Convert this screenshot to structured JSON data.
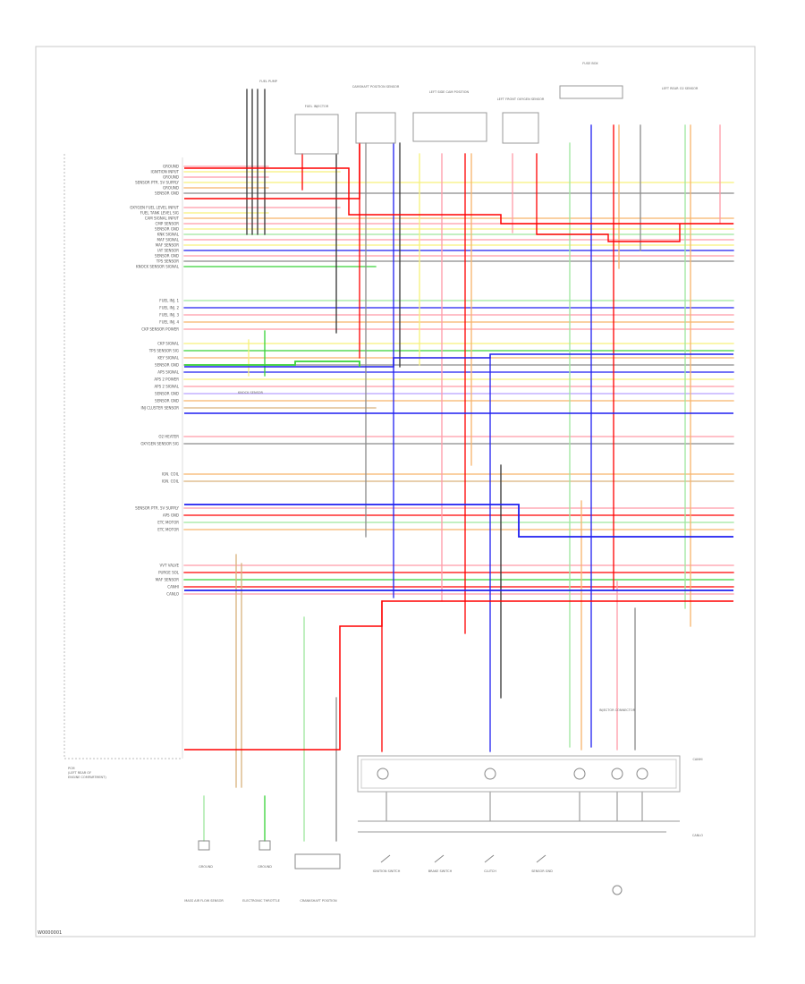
{
  "diagram": {
    "footer_id": "W0000001",
    "ecm_label_lines": [
      "PCM",
      "(LEFT REAR OF",
      "ENGINE COMPARTMENT)"
    ],
    "pin_labels": [
      "GROUND",
      "IGNITION INPUT",
      "GROUND",
      "SENSOR PTR. 5V SUPPLY",
      "GROUND",
      "SENSOR GND",
      "OXYGEN FUEL LEVEL INPUT",
      "FUEL TANK LEVEL SIG",
      "CAM SIGNAL INPUT",
      "CMP SENSOR",
      "SENSOR GND",
      "KNK SIGNAL",
      "MAF SIGNAL",
      "MAF SENSOR",
      "IAT SENSOR",
      "SENSOR GND",
      "TPS SENSOR",
      "KNOCK SENSOR SIGNAL",
      "FUEL INJ. 1",
      "FUEL INJ. 2",
      "FUEL INJ. 3",
      "FUEL INJ. 4",
      "CKP SENSOR POWER",
      "CKP SIGNAL",
      "TPS SENSOR SIG",
      "KEY SIGNAL",
      "SENSOR GND",
      "APS SIGNAL",
      "APS 2 POWER",
      "APS 2 SIGNAL",
      "SENSOR GND",
      "SENSOR GND",
      "INJ CLUSTER SENSOR",
      "O2 HEATER",
      "OXYGEN SENSOR SIG",
      "IGN. COIL",
      "IGN. COIL",
      "SENSOR PTR. 5V SUPPLY",
      "APS GND",
      "ETC MOTOR",
      "ETC MOTOR",
      "VVT VALVE",
      "PURGE SOL",
      "MAF SENSOR",
      "CANHI",
      "CANLO"
    ],
    "component_labels": [
      "FUEL INJECTOR",
      "CAMSHAFT POSITION SENSOR",
      "LEFT SIDE CAM POSITION",
      "LEFT FRONT OXYGEN SENSOR",
      "FUSE BOX",
      "LEFT REAR O2 SENSOR",
      "KNOCK SENSOR",
      "FUEL PUMP",
      "MASS AIR FLOW SENSOR",
      "ELECTRONIC THROTTLE",
      "CRANKSHAFT POSITION",
      "INJECTOR CONNECTOR",
      "IGNITION SWITCH",
      "BRAKE SWITCH",
      "CLUTCH",
      "SENSOR GND",
      "CANHI",
      "CANLO",
      "GROUND",
      "GROUND"
    ],
    "wire_colors": {
      "red": "#ff0000",
      "pink": "#ff9aa8",
      "yellow": "#f6f07a",
      "orange": "#f7b36b",
      "green": "#37d237",
      "light_green": "#9ee69e",
      "blue": "#1f1ff0",
      "gray": "#8a8a8a",
      "black": "#333333",
      "tan": "#d9b27c",
      "violet": "#b8a0ff"
    },
    "icons": [
      "connector-icon",
      "ground-icon",
      "switch-icon",
      "sensor-icon"
    ]
  }
}
